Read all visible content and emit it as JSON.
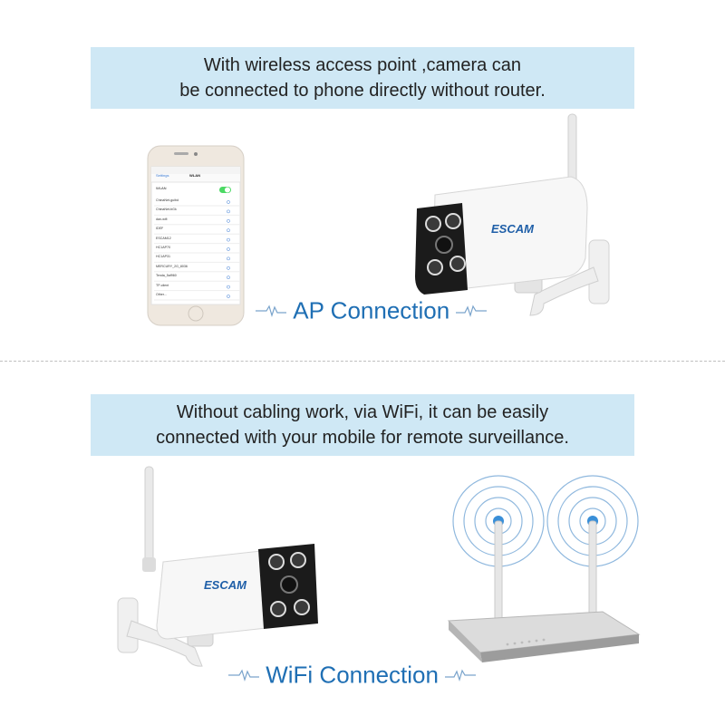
{
  "top_banner": {
    "line1": "With wireless access point ,camera can",
    "line2": "be connected to phone directly  without router."
  },
  "bottom_banner": {
    "line1": "Without cabling work, via WiFi, it can be easily",
    "line2": "connected with your mobile for remote surveillance."
  },
  "ap_label": "AP Connection",
  "wifi_label": "WiFi Connection",
  "camera_brand": "ESCAM",
  "phone": {
    "header_left": "Settings",
    "header_title": "WLAN",
    "wlan_label": "WLAN",
    "networks": [
      "ChinaNet-guibd",
      "ChinaNet-bGk",
      "dan-wifi",
      "IDEF",
      "ESCAM12",
      "HC1AP70",
      "HC1AP31",
      "MERCURY_2G_8036",
      "Tenda_5af960",
      "TP-client",
      "Other..."
    ]
  },
  "colors": {
    "banner_bg": "#cfe8f5",
    "accent_blue": "#1f6fb4",
    "toggle_green": "#4cd964"
  }
}
